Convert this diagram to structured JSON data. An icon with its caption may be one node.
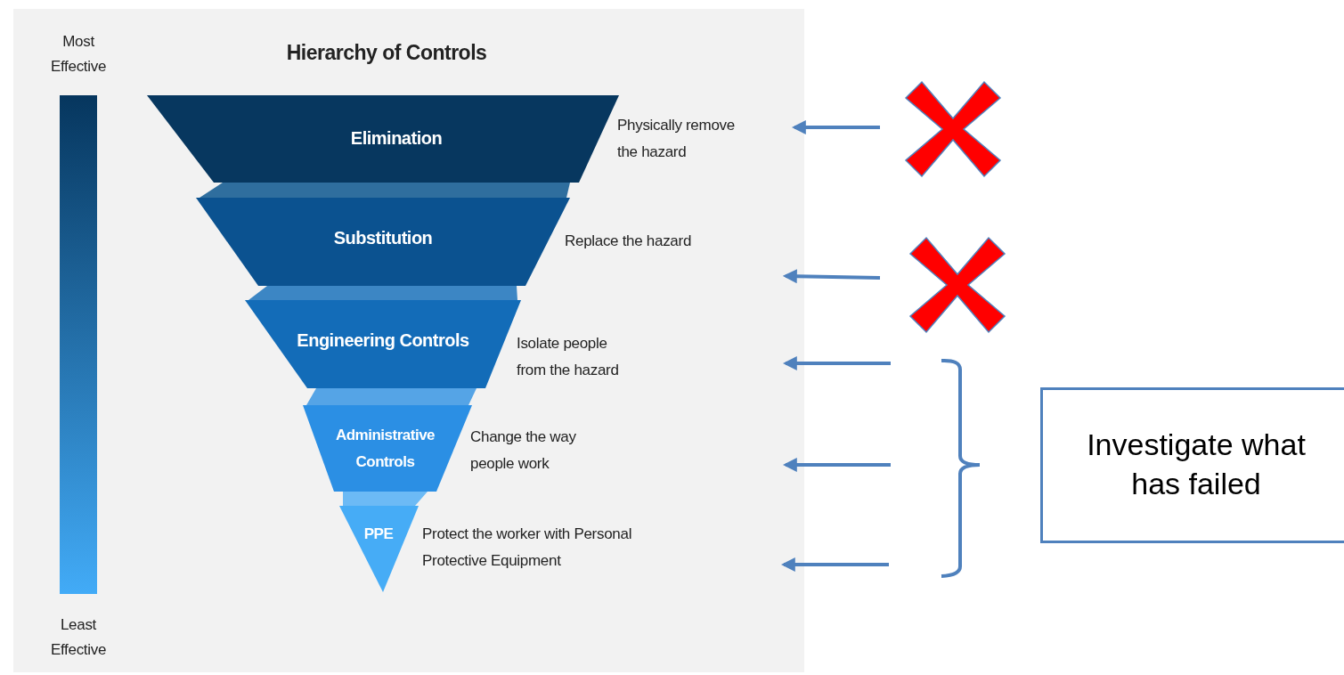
{
  "diagram": {
    "title": "Hierarchy of Controls",
    "nodes": [
      {
        "text": [
          "Elimination"
        ],
        "beside": [
          "Physically remove the hazard"
        ]
      },
      {
        "text": [
          "Substitution"
        ],
        "beside": [
          "Replace the hazard"
        ]
      },
      {
        "text": [
          "Engineering Controls"
        ],
        "beside": [
          "Isolate people from the hazard"
        ]
      },
      {
        "text": [
          "Administrative Controls"
        ],
        "beside": [
          "Change the way people work"
        ]
      },
      {
        "text": [
          "PPE"
        ],
        "beside": [
          "Protect the worker with Personal Protective Equipment"
        ]
      },
      {
        "text": [
          "Investigate what has failed"
        ]
      },
      {
        "text": [],
        "shape": "bar"
      }
    ],
    "labels": [
      "Most Effective",
      "Least Effective"
    ]
  }
}
